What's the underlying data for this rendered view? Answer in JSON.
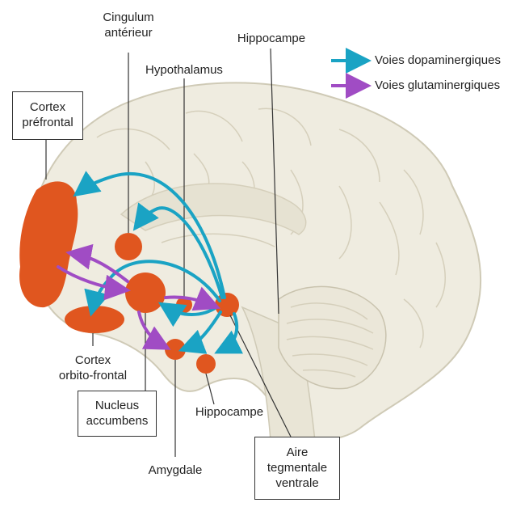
{
  "labels": {
    "cortex_prefrontal": [
      "Cortex",
      "préfrontal"
    ],
    "cingulum": [
      "Cingulum",
      "antérieur"
    ],
    "hypothalamus": "Hypothalamus",
    "hippocampe_top": "Hippocampe",
    "cortex_orbito": [
      "Cortex",
      "orbito-frontal"
    ],
    "nucleus": [
      "Nucleus",
      "accumbens"
    ],
    "amygdale": "Amygdale",
    "hippocampe_bottom": "Hippocampe",
    "aire": [
      "Aire",
      "tegmentale",
      "ventrale"
    ]
  },
  "legend": [
    {
      "label": "Voies dopaminergiques",
      "color": "#1aa3c4"
    },
    {
      "label": "Voies glutaminergiques",
      "color": "#a04cc4"
    }
  ],
  "colors": {
    "region": "#e0561f",
    "dopamine": "#1aa3c4",
    "glutamate": "#a04cc4",
    "brain_fill": "#efece0",
    "brain_line": "#cfcab6"
  }
}
